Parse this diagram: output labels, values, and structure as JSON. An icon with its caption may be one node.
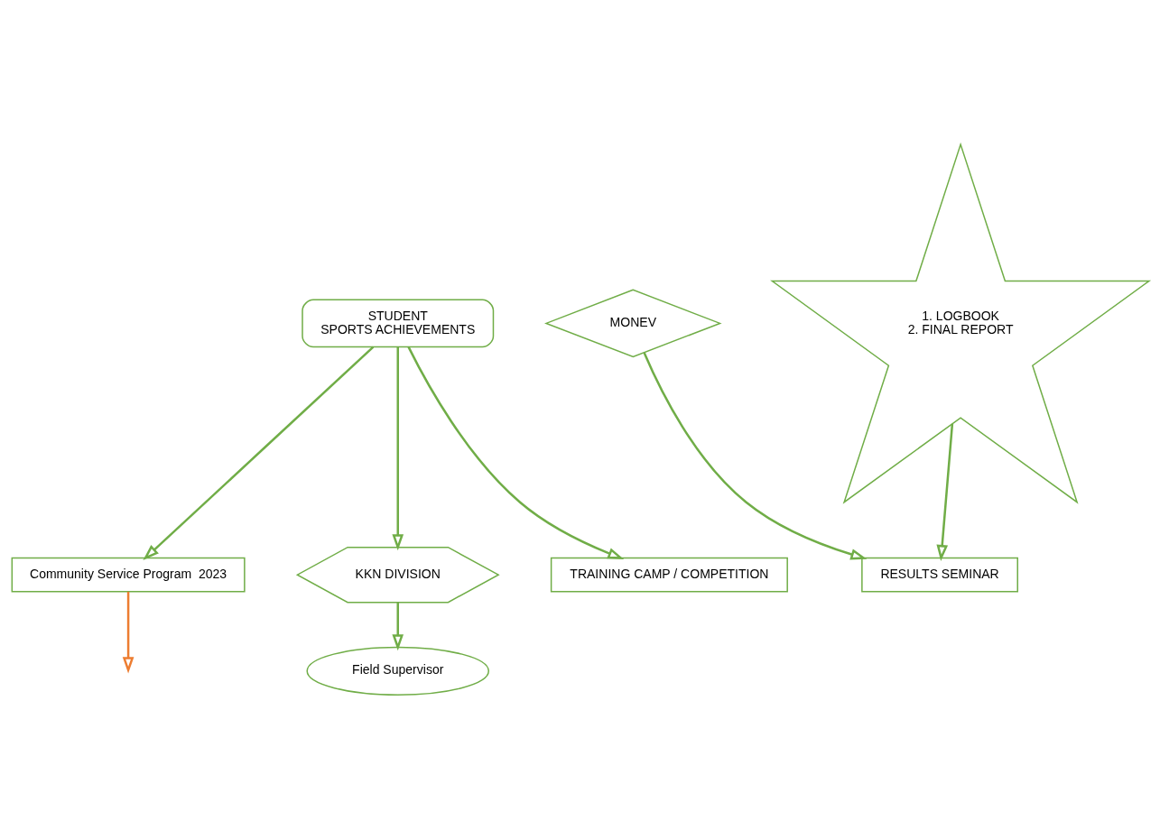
{
  "diagram": {
    "nodes": [
      {
        "text": [
          "Community Service Program  2023"
        ]
      },
      {
        "text": [
          "STUDENT",
          "SPORTS ACHIEVEMENTS"
        ]
      },
      {
        "text": [
          "KKN DIVISION"
        ]
      },
      {
        "text": [
          "Field Supervisor"
        ]
      },
      {
        "text": [
          "MONEV"
        ]
      },
      {
        "text": [
          "TRAINING CAMP / COMPETITION"
        ]
      },
      {
        "text": [
          "1. LOGBOOK",
          "2. FINAL REPORT"
        ]
      },
      {
        "text": [
          "RESULTS SEMINAR"
        ]
      }
    ],
    "edges": [
      {
        "from": 1,
        "to": 0,
        "arrow": "to"
      },
      {
        "from": 1,
        "to": 2,
        "arrow": "to"
      },
      {
        "from": 2,
        "to": 3,
        "arrow": "to"
      },
      {
        "from": 1,
        "to": 5,
        "arrow": "to"
      },
      {
        "from": 4,
        "to": 7,
        "arrow": "to"
      },
      {
        "from": 6,
        "to": 7,
        "arrow": "to"
      },
      {
        "from": 0,
        "to": null,
        "arrow": "to",
        "color": "#ed7d31"
      }
    ]
  }
}
